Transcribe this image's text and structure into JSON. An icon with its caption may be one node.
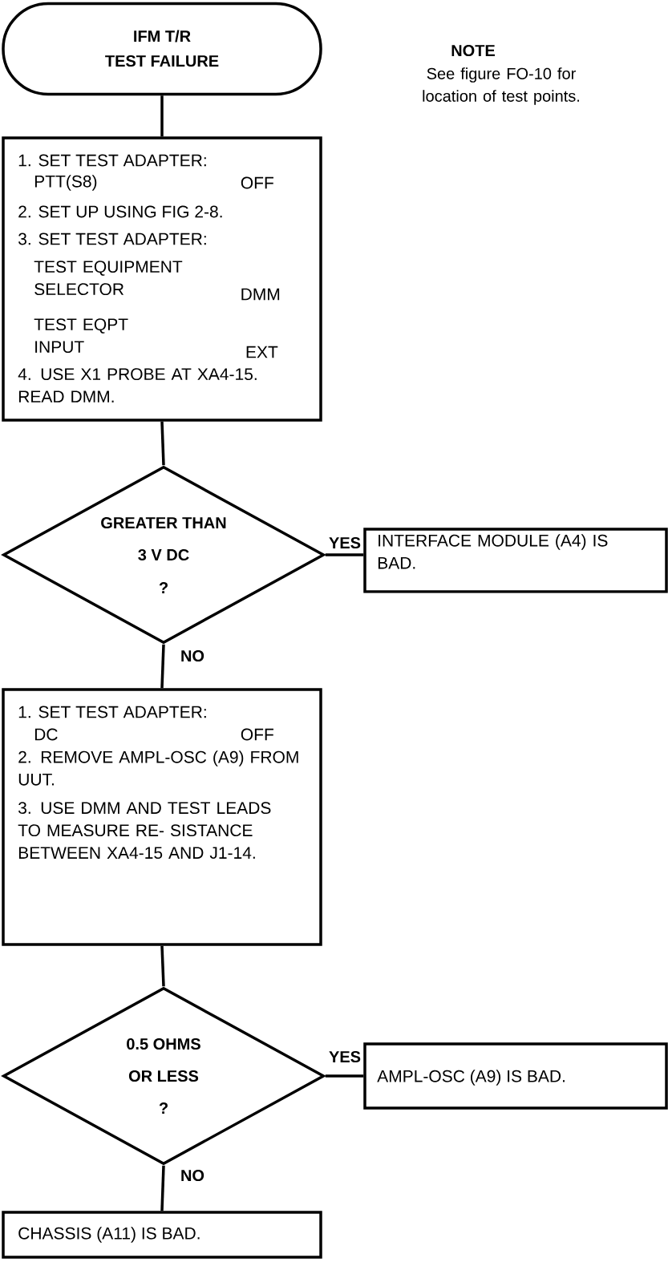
{
  "diagram": {
    "nodes": [
      {
        "text": [
          "IFM T/R",
          "TEST FAILURE"
        ]
      },
      {
        "text": [
          "1. SET TEST ADAPTER:",
          "PTT(S8)",
          "OFF",
          "2. SET UP USING FIG 2-8.",
          "3. SET TEST ADAPTER:",
          "TEST EQUIPMENT SELECTOR",
          "DMM",
          "TEST EQPT INPUT",
          "EXT",
          "4. USE X1 PROBE AT XA4-15. READ DMM."
        ]
      },
      {
        "text": [
          "GREATER THAN",
          "3 V DC",
          "?"
        ]
      },
      {
        "text": [
          "INTERFACE MODULE (A4) IS BAD."
        ]
      },
      {
        "text": [
          "1. SET TEST ADAPTER:",
          "DC",
          "OFF",
          "2. REMOVE AMPL-OSC (A9) FROM UUT.",
          "3. USE DMM AND TEST LEADS TO MEASURE RE- SISTANCE BETWEEN XA4-15 AND J1-14."
        ]
      },
      {
        "text": [
          "0.5 OHMS",
          "OR LESS",
          "?"
        ]
      },
      {
        "text": [
          "AMPL-OSC (A9) IS BAD."
        ]
      },
      {
        "text": [
          "CHASSIS (A11) IS BAD."
        ]
      }
    ],
    "edges": [
      {
        "from": 0,
        "to": 1,
        "arrow": "none"
      },
      {
        "from": 1,
        "to": 2,
        "arrow": "none"
      },
      {
        "from": 2,
        "to": 3,
        "arrow": "none",
        "label": "YES"
      },
      {
        "from": 2,
        "to": 4,
        "arrow": "none",
        "label": "NO"
      },
      {
        "from": 4,
        "to": 5,
        "arrow": "none"
      },
      {
        "from": 5,
        "to": 6,
        "arrow": "none",
        "label": "YES"
      },
      {
        "from": 5,
        "to": 7,
        "arrow": "none",
        "label": "NO"
      }
    ],
    "labels": [
      "NOTE",
      "See figure FO-10 for location of test points."
    ]
  }
}
